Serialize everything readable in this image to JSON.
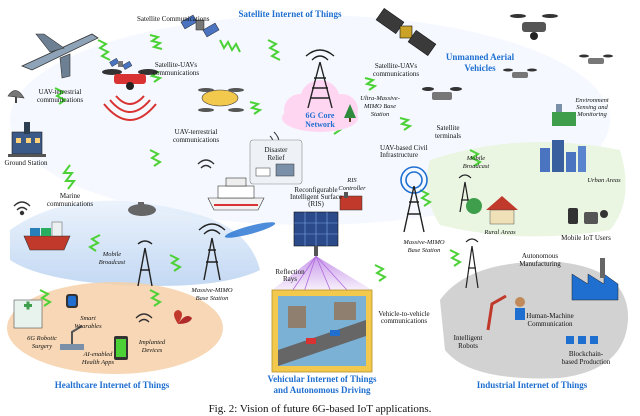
{
  "caption": "Fig. 2: Vision of future 6G-based IoT applications.",
  "sections": {
    "satellite_iot": "Satellite Internet of Things",
    "uav": [
      "Unmanned Aerial",
      "Vehicles"
    ],
    "healthcare_iot": "Healthcare Internet of Things",
    "vehicular_iot": [
      "Vehicular Internet of Things",
      "and Autonomous Driving"
    ],
    "industrial_iot": "Industrial Internet of Things"
  },
  "core": {
    "line1": "6G Core",
    "line2": "Network"
  },
  "labels": {
    "satellite_comm": "Satellite Communications",
    "satellite_uavs_left": [
      "Satellite-UAVs",
      "communications"
    ],
    "satellite_uavs_right": [
      "Satellite-UAVs",
      "communications"
    ],
    "uav_terrestrial_left": [
      "UAV-terrestrial",
      "communications"
    ],
    "uav_terrestrial_mid": [
      "UAV-terrestrial",
      "communications"
    ],
    "ground_station": "Ground Station",
    "marine": [
      "Marine",
      "communications"
    ],
    "mobile_broadcast_left": [
      "Mobile",
      "Broadcast"
    ],
    "massive_mimo_left": [
      "Massive-MIMO",
      "Base Station"
    ],
    "ultra_mimo": [
      "Ultra-Massive-",
      "MIMO Base",
      "Station"
    ],
    "disaster_relief": [
      "Disaster",
      "Relief"
    ],
    "ris_controller": [
      "RIS",
      "Controller"
    ],
    "ris": [
      "Reconfigurable",
      "Intelligent Surface",
      "(RIS)"
    ],
    "reflection_rays": [
      "Reflection",
      "Rays"
    ],
    "uav_civil": [
      "UAV-based Civil",
      "Infrastructure"
    ],
    "massive_mimo_right": [
      "Massive-MIMO",
      "Base Station"
    ],
    "vehicle_to_vehicle": [
      "Vehicle-to-vehicle",
      "communications"
    ],
    "satellite_terminals": [
      "Satellite",
      "terminals"
    ],
    "env_sensing": [
      "Environment",
      "Sensing and",
      "Monitoring"
    ],
    "mobile_broadcast_right": [
      "Mobile",
      "Broadcast"
    ],
    "urban_areas": "Urban Areas",
    "rural_areas": "Rural Areas",
    "mobile_iot_users": "Mobile IoT Users",
    "autonomous_manufacturing": [
      "Autonomous",
      "Manufacturing"
    ],
    "human_machine": [
      "Human-Machine",
      "Communication"
    ],
    "intelligent_robots": [
      "Intelligent",
      "Robots"
    ],
    "blockchain_production": [
      "Blockchain-",
      "based Production"
    ],
    "smart_wearables": [
      "Smart",
      "Wearables"
    ],
    "robotic_surgery": [
      "6G Robotic",
      "Surgery"
    ],
    "ai_health_apps": [
      "AI-enabled",
      "Health Apps"
    ],
    "implanted_devices": [
      "Implanted",
      "Devices"
    ]
  },
  "colors": {
    "section_title": "#1f6fd1",
    "link_green": "#4cd137",
    "healthcare_bg": "#f6d0a8",
    "industrial_bg": "#d2d2d2",
    "vehicular_frame": "#f2c94c",
    "ground_blob": "#c9d7ee",
    "core_cloud": "#ffd6f2",
    "ris_beam": "#b06ae0"
  }
}
